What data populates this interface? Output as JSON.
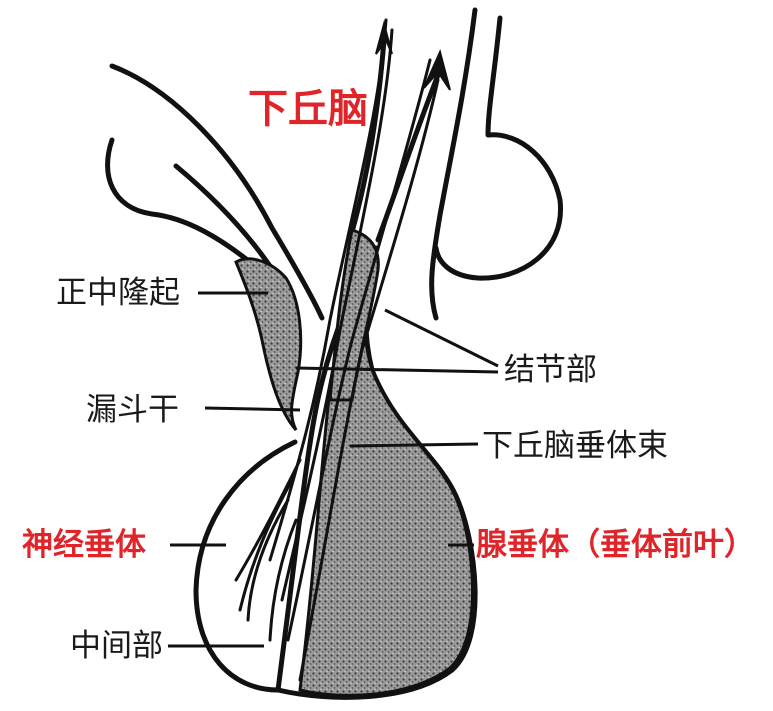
{
  "labels": {
    "hypothalamus": "下丘脑",
    "median_eminence": "正中隆起",
    "pars_tuberalis": "结节部",
    "infundibular_stalk": "漏斗干",
    "hypothalamo_hypophyseal_tract": "下丘脑垂体束",
    "neurohypophysis": "神经垂体",
    "adenohypophysis": "腺垂体（垂体前叶）",
    "pars_intermedia": "中间部"
  },
  "colors": {
    "highlight_label": "#e0252a",
    "normal_label": "#1a1a1a",
    "outline": "#111111",
    "stipple_fill": "#7a7a7a"
  }
}
